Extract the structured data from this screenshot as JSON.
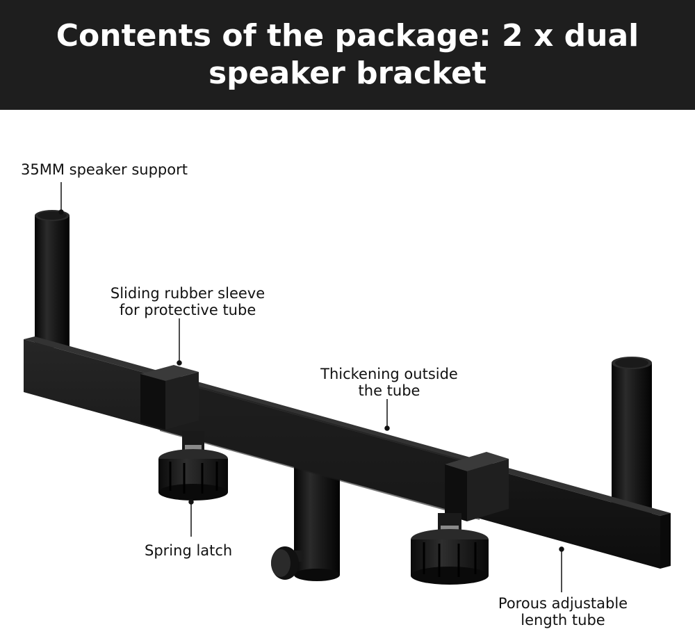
{
  "header": {
    "title": "Contents of the package: 2 x dual speaker bracket"
  },
  "colors": {
    "header_bg": "#1e1e1e",
    "header_text": "#ffffff",
    "product_metal": "#151515",
    "background": "#ffffff"
  },
  "callouts": {
    "speaker_support": "35MM speaker support",
    "rubber_sleeve_line1": "Sliding rubber sleeve",
    "rubber_sleeve_line2": "for protective tube",
    "thickening_line1": "Thickening outside",
    "thickening_line2": "the tube",
    "spring_latch": "Spring latch",
    "porous_line1": "Porous adjustable",
    "porous_line2": "length tube"
  }
}
